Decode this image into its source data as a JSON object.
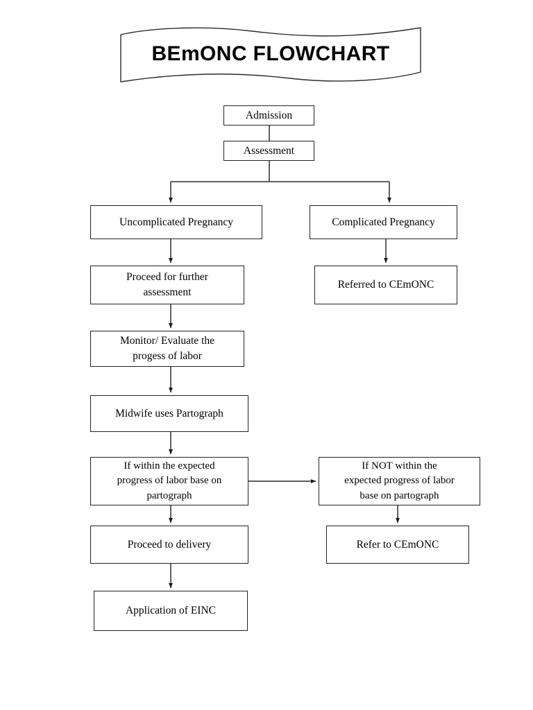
{
  "document": {
    "title": "BEmONC FLOWCHART",
    "banner_shape": "wavy-ribbon",
    "page_background": "#ffffff",
    "line_color": "#222222",
    "text_color": "#000000"
  },
  "flowchart": {
    "type": "flowchart",
    "orientation": "top-down",
    "nodes": [
      {
        "id": "admission",
        "label": "Admission"
      },
      {
        "id": "assessment",
        "label": "Assessment"
      },
      {
        "id": "uncomplicated",
        "label": "Uncomplicated Pregnancy"
      },
      {
        "id": "complicated",
        "label": "Complicated Pregnancy"
      },
      {
        "id": "proceed_assess",
        "label": "Proceed for further\nassessment"
      },
      {
        "id": "referred",
        "label": "Referred to CEmONC"
      },
      {
        "id": "monitor",
        "label": "Monitor/ Evaluate the\nprogess of labor"
      },
      {
        "id": "midwife",
        "label": "Midwife uses Partograph"
      },
      {
        "id": "if_within",
        "label": "If within the expected\nprogress of labor base on\npartograph"
      },
      {
        "id": "if_not_within",
        "label": "If  NOT within the\nexpected progress of labor\nbase on partograph"
      },
      {
        "id": "proceed_del",
        "label": "Proceed to delivery"
      },
      {
        "id": "refer",
        "label": "Refer to CEmONC"
      },
      {
        "id": "einc",
        "label": "Application of EINC"
      }
    ],
    "edges": [
      {
        "from": "admission",
        "to": "assessment",
        "style": "plain"
      },
      {
        "from": "assessment",
        "to": "uncomplicated",
        "style": "fork-arrow"
      },
      {
        "from": "assessment",
        "to": "complicated",
        "style": "fork-arrow"
      },
      {
        "from": "uncomplicated",
        "to": "proceed_assess",
        "style": "arrow"
      },
      {
        "from": "complicated",
        "to": "referred",
        "style": "arrow"
      },
      {
        "from": "proceed_assess",
        "to": "monitor",
        "style": "arrow"
      },
      {
        "from": "monitor",
        "to": "midwife",
        "style": "arrow"
      },
      {
        "from": "midwife",
        "to": "if_within",
        "style": "arrow"
      },
      {
        "from": "if_within",
        "to": "if_not_within",
        "style": "arrow-right"
      },
      {
        "from": "if_within",
        "to": "proceed_del",
        "style": "arrow"
      },
      {
        "from": "if_not_within",
        "to": "refer",
        "style": "arrow"
      },
      {
        "from": "proceed_del",
        "to": "einc",
        "style": "arrow"
      }
    ]
  }
}
